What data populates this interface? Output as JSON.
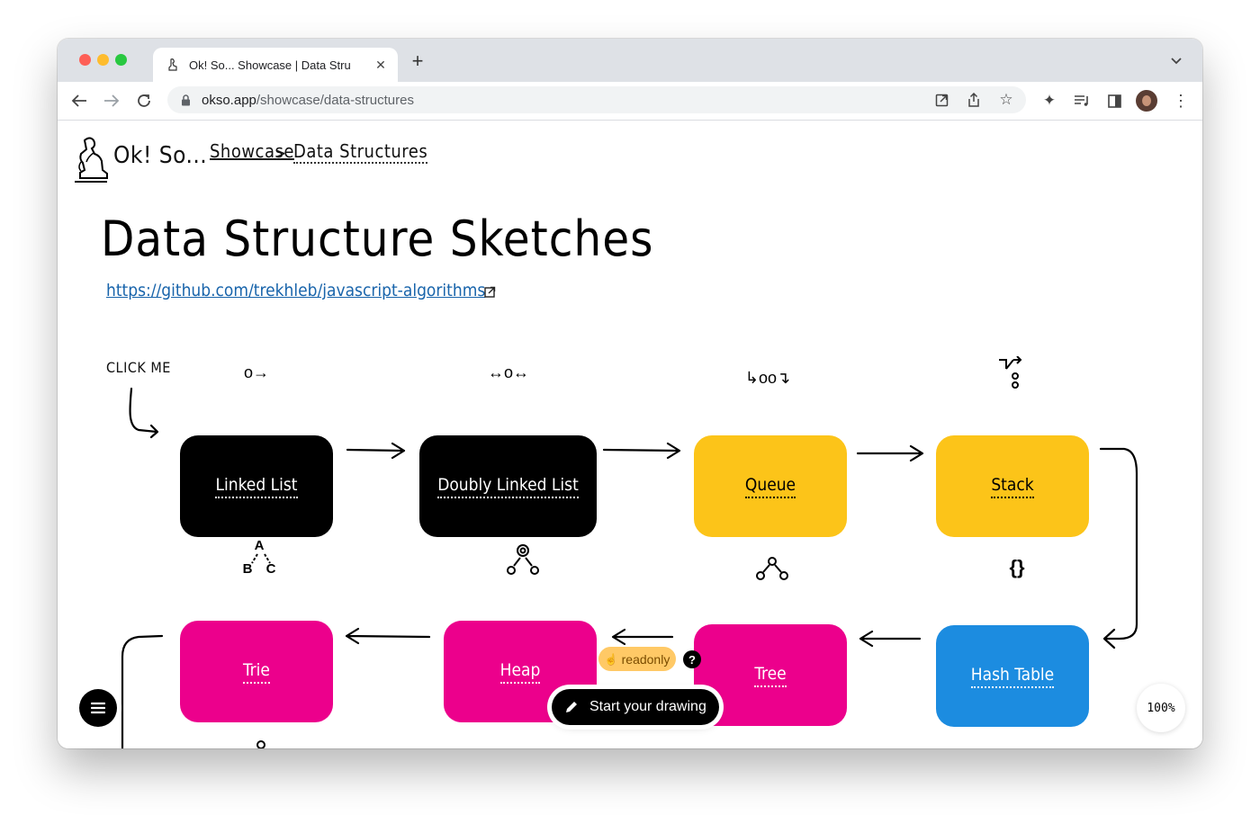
{
  "browser": {
    "tab_title": "Ok! So... Showcase | Data Stru",
    "url_host": "okso.app",
    "url_path": "/showcase/data-structures"
  },
  "site": {
    "logo_text": "Ok! So...",
    "breadcrumb_showcase": "Showcase",
    "breadcrumb_separator": ">",
    "breadcrumb_current": "Data Structures"
  },
  "page": {
    "title": "Data Structure Sketches",
    "repo_link": "https://github.com/trekhleb/javascript-algorithms",
    "click_me": "click me"
  },
  "nodes": [
    {
      "label": "Linked List",
      "color": "#000000",
      "symbol": "o→"
    },
    {
      "label": "Doubly Linked List",
      "color": "#000000",
      "symbol": "↔o↔"
    },
    {
      "label": "Queue",
      "color": "#fcc419",
      "symbol": "↳oo↴"
    },
    {
      "label": "Stack",
      "color": "#fcc419",
      "symbol": "stack-icon"
    },
    {
      "label": "Hash Table",
      "color": "#1c8ce0",
      "symbol": "{}"
    },
    {
      "label": "Tree",
      "color": "#ec008c",
      "symbol": "tree-icon"
    },
    {
      "label": "Heap",
      "color": "#ec008c",
      "symbol": "heap-icon"
    },
    {
      "label": "Trie",
      "color": "#ec008c",
      "symbol_top": "A",
      "symbol_left": "B",
      "symbol_right": "C"
    }
  ],
  "controls": {
    "readonly_label": "readonly",
    "help_label": "?",
    "start_drawing_label": "Start your drawing",
    "zoom_label": "100%"
  }
}
